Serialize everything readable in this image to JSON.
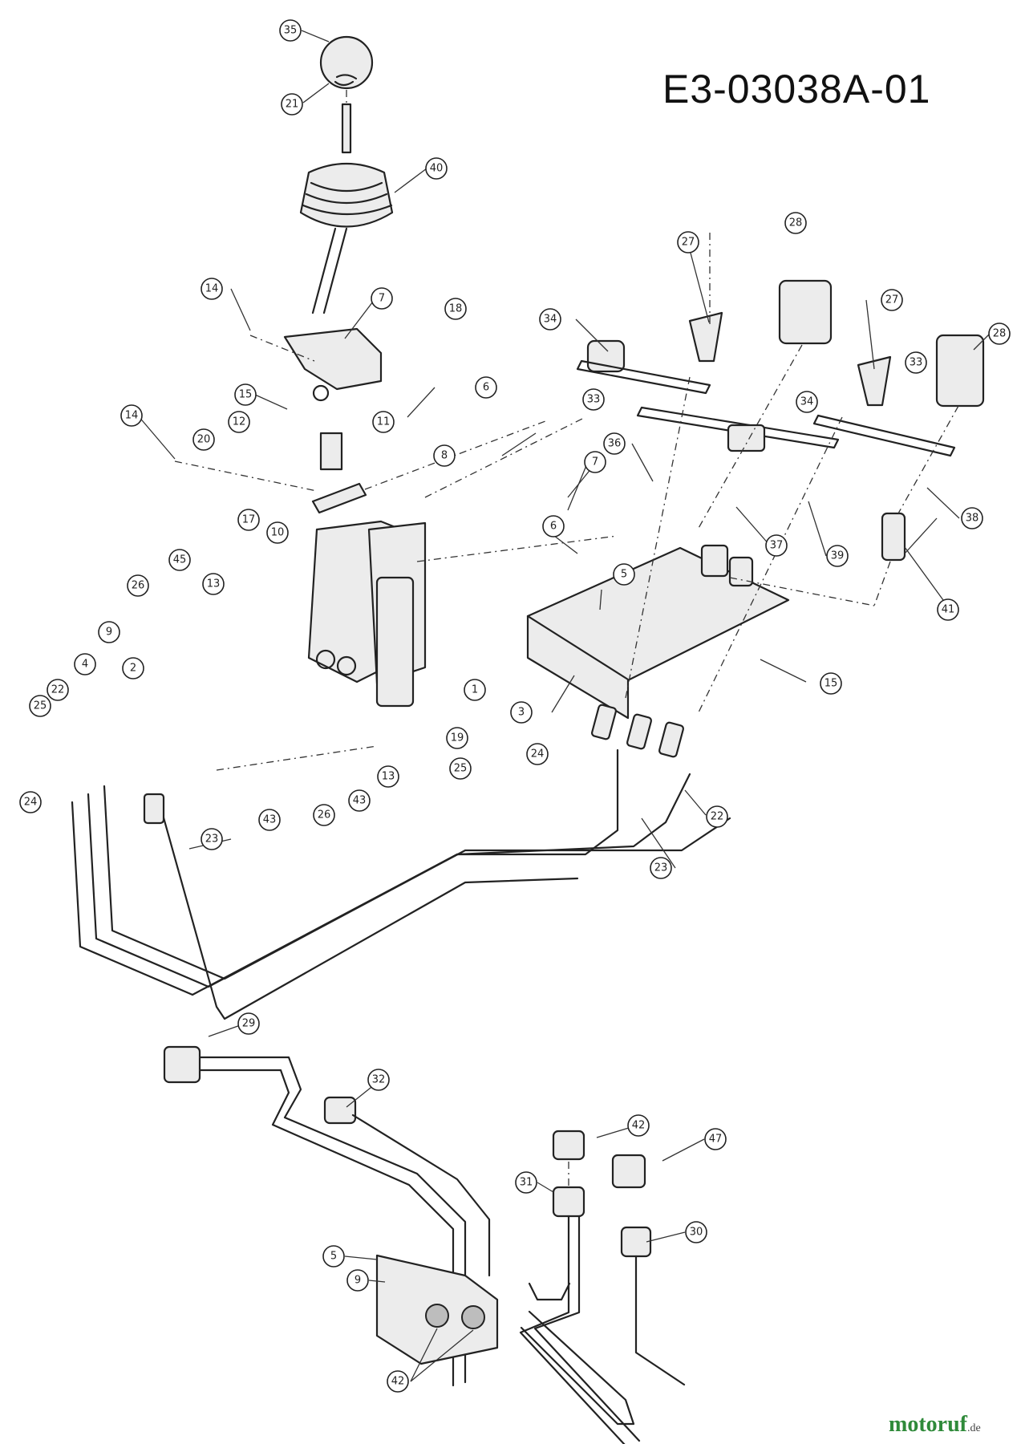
{
  "drawing_id": "E3-03038A-01",
  "watermark": {
    "brand": "motoruf",
    "suffix": ".de"
  },
  "callouts": [
    {
      "id": "c35",
      "label": "35"
    },
    {
      "id": "c21",
      "label": "21"
    },
    {
      "id": "c40",
      "label": "40"
    },
    {
      "id": "c28a",
      "label": "28"
    },
    {
      "id": "c27a",
      "label": "27"
    },
    {
      "id": "c14a",
      "label": "14"
    },
    {
      "id": "c7a",
      "label": "7"
    },
    {
      "id": "c18",
      "label": "18"
    },
    {
      "id": "c34a",
      "label": "34"
    },
    {
      "id": "c27b",
      "label": "27"
    },
    {
      "id": "c28b",
      "label": "28"
    },
    {
      "id": "c33a",
      "label": "33"
    },
    {
      "id": "c33b",
      "label": "33"
    },
    {
      "id": "c34b",
      "label": "34"
    },
    {
      "id": "c15a",
      "label": "15"
    },
    {
      "id": "c6a",
      "label": "6"
    },
    {
      "id": "c14b",
      "label": "14"
    },
    {
      "id": "c12",
      "label": "12"
    },
    {
      "id": "c11",
      "label": "11"
    },
    {
      "id": "c20",
      "label": "20"
    },
    {
      "id": "c8",
      "label": "8"
    },
    {
      "id": "c7b",
      "label": "7"
    },
    {
      "id": "c36",
      "label": "36"
    },
    {
      "id": "c17",
      "label": "17"
    },
    {
      "id": "c10",
      "label": "10"
    },
    {
      "id": "c37",
      "label": "37"
    },
    {
      "id": "c39",
      "label": "39"
    },
    {
      "id": "c38",
      "label": "38"
    },
    {
      "id": "c6b",
      "label": "6"
    },
    {
      "id": "c45",
      "label": "45"
    },
    {
      "id": "c5a",
      "label": "5"
    },
    {
      "id": "c13a",
      "label": "13"
    },
    {
      "id": "c26a",
      "label": "26"
    },
    {
      "id": "c41",
      "label": "41"
    },
    {
      "id": "c9a",
      "label": "9"
    },
    {
      "id": "c1",
      "label": "1"
    },
    {
      "id": "c4",
      "label": "4"
    },
    {
      "id": "c2",
      "label": "2"
    },
    {
      "id": "c22a",
      "label": "22"
    },
    {
      "id": "c15b",
      "label": "15"
    },
    {
      "id": "c25a",
      "label": "25"
    },
    {
      "id": "c3",
      "label": "3"
    },
    {
      "id": "c19",
      "label": "19"
    },
    {
      "id": "c13b",
      "label": "13"
    },
    {
      "id": "c24a",
      "label": "24"
    },
    {
      "id": "c25b",
      "label": "25"
    },
    {
      "id": "c43a",
      "label": "43"
    },
    {
      "id": "c24b",
      "label": "24"
    },
    {
      "id": "c26b",
      "label": "26"
    },
    {
      "id": "c43b",
      "label": "43"
    },
    {
      "id": "c22b",
      "label": "22"
    },
    {
      "id": "c23a",
      "label": "23"
    },
    {
      "id": "c23b",
      "label": "23"
    },
    {
      "id": "c29",
      "label": "29"
    },
    {
      "id": "c32",
      "label": "32"
    },
    {
      "id": "c42a",
      "label": "42"
    },
    {
      "id": "c47",
      "label": "47"
    },
    {
      "id": "c31",
      "label": "31"
    },
    {
      "id": "c30",
      "label": "30"
    },
    {
      "id": "c5b",
      "label": "5"
    },
    {
      "id": "c9b",
      "label": "9"
    },
    {
      "id": "c42b",
      "label": "42"
    }
  ]
}
